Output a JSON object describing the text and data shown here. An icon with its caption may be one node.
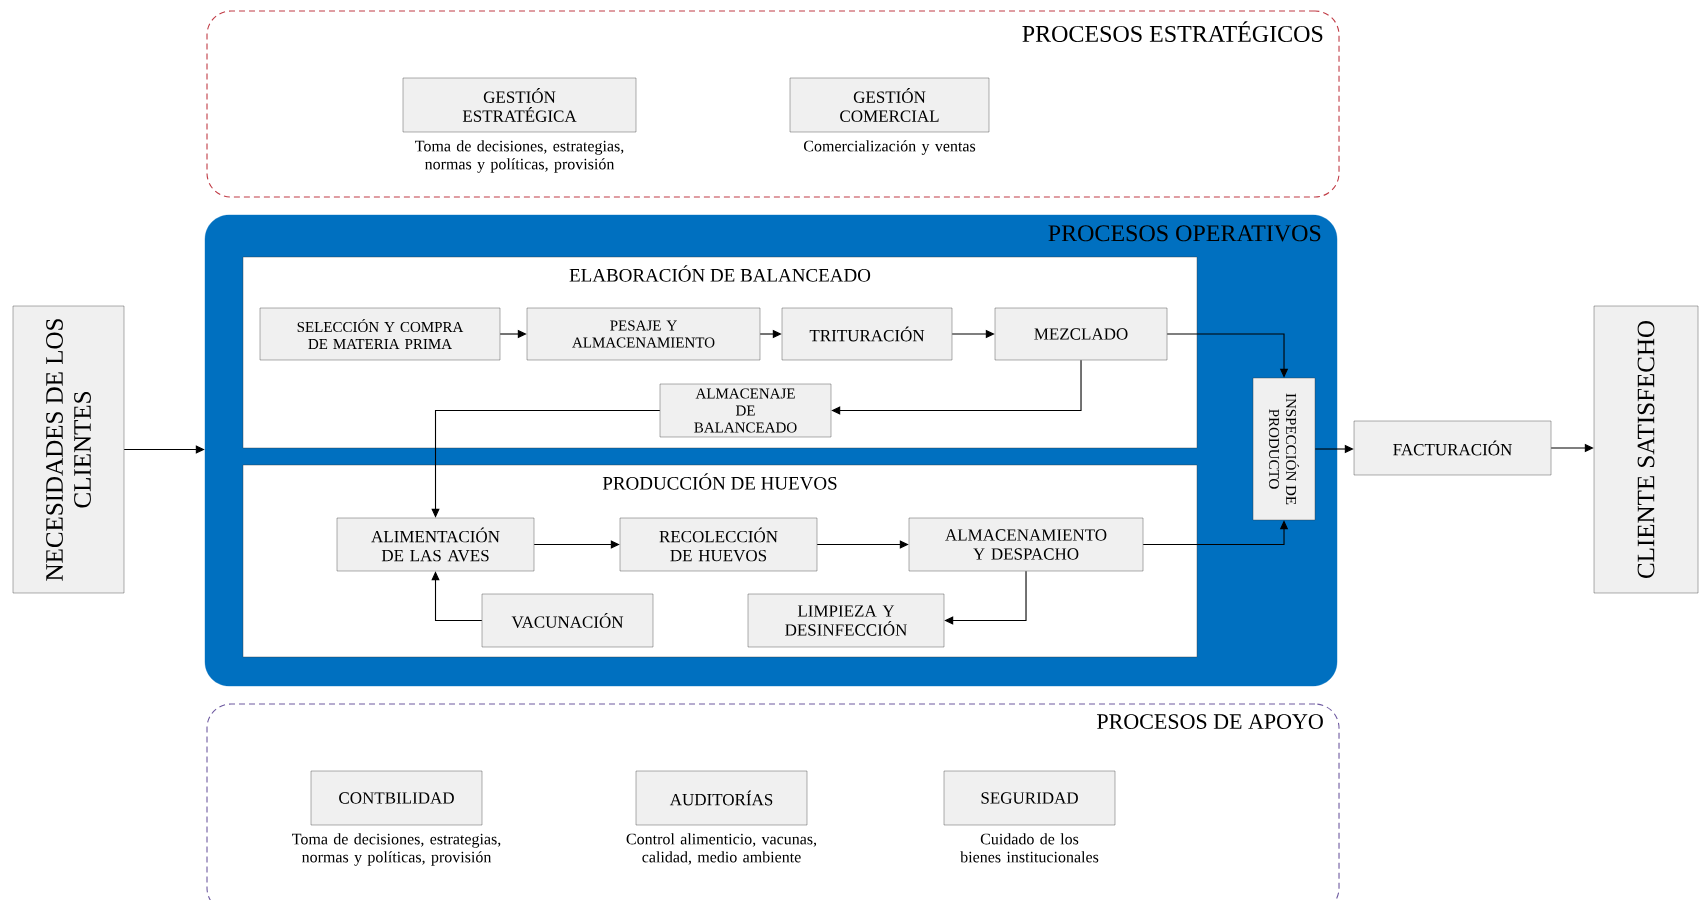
{
  "diagram": {
    "nodes": [
      {
        "text": [
          "NECESIDADES DE LOS CLIENTES"
        ]
      },
      {
        "text": [
          "PROCESOS ESTRATÉGICOS"
        ]
      },
      {
        "text": [
          "GESTIÓN ESTRATÉGICA"
        ],
        "in": 1,
        "beside": [
          "Toma de decisiones, estrategias, normas y políticas, provisión"
        ]
      },
      {
        "text": [
          "GESTIÓN COMERCIAL"
        ],
        "in": 1,
        "beside": [
          "Comercialización y ventas"
        ]
      },
      {
        "text": [
          "PROCESOS OPERATIVOS"
        ]
      },
      {
        "text": [
          "ELABORACIÓN DE BALANCEADO"
        ],
        "in": 4
      },
      {
        "text": [
          "SELECCIÓN Y COMPRA DE MATERIA PRIMA"
        ],
        "in": 5
      },
      {
        "text": [
          "PESAJE Y ALMACENAMIENTO"
        ],
        "in": 5
      },
      {
        "text": [
          "TRITURACIÓN"
        ],
        "in": 5
      },
      {
        "text": [
          "MEZCLADO"
        ],
        "in": 5
      },
      {
        "text": [
          "ALMACENAJE DE BALANCEADO"
        ],
        "in": 5
      },
      {
        "text": [
          "PRODUCCIÓN DE HUEVOS"
        ],
        "in": 4
      },
      {
        "text": [
          "ALIMENTACIÓN DE LAS AVES"
        ],
        "in": 11
      },
      {
        "text": [
          "RECOLECCIÓN DE HUEVOS"
        ],
        "in": 11
      },
      {
        "text": [
          "ALMACENAMIENTO Y DESPACHO"
        ],
        "in": 11
      },
      {
        "text": [
          "VACUNACIÓN"
        ],
        "in": 11
      },
      {
        "text": [
          "LIMPIEZA Y DESINFECCIÓN"
        ],
        "in": 11
      },
      {
        "text": [
          "INSPECCIÓN DE PRODUCTO"
        ],
        "in": 4
      },
      {
        "text": [
          "FACTURACIÓN"
        ]
      },
      {
        "text": [
          "CLIENTE SATISFECHO"
        ]
      },
      {
        "text": [
          "PROCESOS DE APOYO"
        ]
      },
      {
        "text": [
          "CONTBILIDAD"
        ],
        "in": 20,
        "beside": [
          "Toma de decisiones, estrategias, normas y políticas, provisión"
        ]
      },
      {
        "text": [
          "AUDITORÍAS"
        ],
        "in": 20,
        "beside": [
          "Control alimenticio, vacunas, calidad, medio ambiente"
        ]
      },
      {
        "text": [
          "SEGURIDAD"
        ],
        "in": 20,
        "beside": [
          "Cuidado de los bienes institucionales"
        ]
      }
    ],
    "edges": [
      {
        "from": 0,
        "to": 4,
        "arrow": "to"
      },
      {
        "from": 6,
        "to": 7,
        "arrow": "to"
      },
      {
        "from": 7,
        "to": 8,
        "arrow": "to"
      },
      {
        "from": 8,
        "to": 9,
        "arrow": "to"
      },
      {
        "from": 9,
        "to": 17,
        "arrow": "to"
      },
      {
        "from": 9,
        "to": 10,
        "arrow": "to"
      },
      {
        "from": 10,
        "to": 12,
        "arrow": "to"
      },
      {
        "from": 12,
        "to": 13,
        "arrow": "to"
      },
      {
        "from": 13,
        "to": 14,
        "arrow": "to"
      },
      {
        "from": 14,
        "to": 17,
        "arrow": "to"
      },
      {
        "from": 15,
        "to": 12,
        "arrow": "to"
      },
      {
        "from": 14,
        "to": 16,
        "arrow": "to"
      },
      {
        "from": 17,
        "to": 18,
        "arrow": "to"
      },
      {
        "from": 18,
        "to": 19,
        "arrow": "to"
      }
    ]
  }
}
